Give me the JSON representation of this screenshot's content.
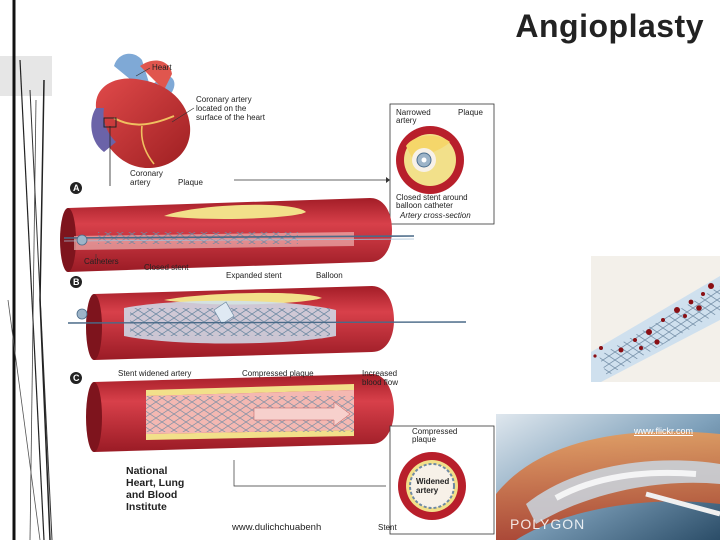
{
  "slide": {
    "title": "Angioplasty"
  },
  "diagram": {
    "top": {
      "heart": "Heart",
      "coronary_note": [
        "Coronary artery",
        "located on the",
        "surface of the heart"
      ],
      "coronary_artery": [
        "Coronary",
        "artery"
      ],
      "plaque": "Plaque"
    },
    "inset_top": {
      "narrowed": [
        "Narrowed",
        "artery"
      ],
      "plaque": "Plaque",
      "closed_stent": [
        "Closed stent around",
        "balloon catheter"
      ],
      "cross_section": "Artery cross-section"
    },
    "panel_a": {
      "badge": "A",
      "catheters": "Catheters",
      "closed_stent": "Closed stent"
    },
    "panel_b": {
      "badge": "B",
      "expanded_stent": "Expanded stent",
      "balloon": "Balloon"
    },
    "panel_c": {
      "badge": "C",
      "widened": "Stent widened artery",
      "compressed": "Compressed plaque",
      "increased_flow": [
        "Increased",
        "blood flow"
      ]
    },
    "inset_bottom": {
      "compressed_plaque": [
        "Compressed",
        "plaque"
      ],
      "widened_artery": [
        "Widened",
        "artery"
      ],
      "stent": "Stent"
    },
    "source": [
      "National",
      "Heart, Lung",
      "and Blood",
      "Institute"
    ],
    "website": "www.dulichchuabenh"
  },
  "photos": {
    "credit": "www.flickr.com",
    "watermark": "POLYGON"
  },
  "colors": {
    "artery": "#c9303a",
    "artery_dark": "#8e1c24",
    "plaque": "#f2e08a",
    "stent": "#9db4c8",
    "inset_ring": "#b81f2b"
  }
}
